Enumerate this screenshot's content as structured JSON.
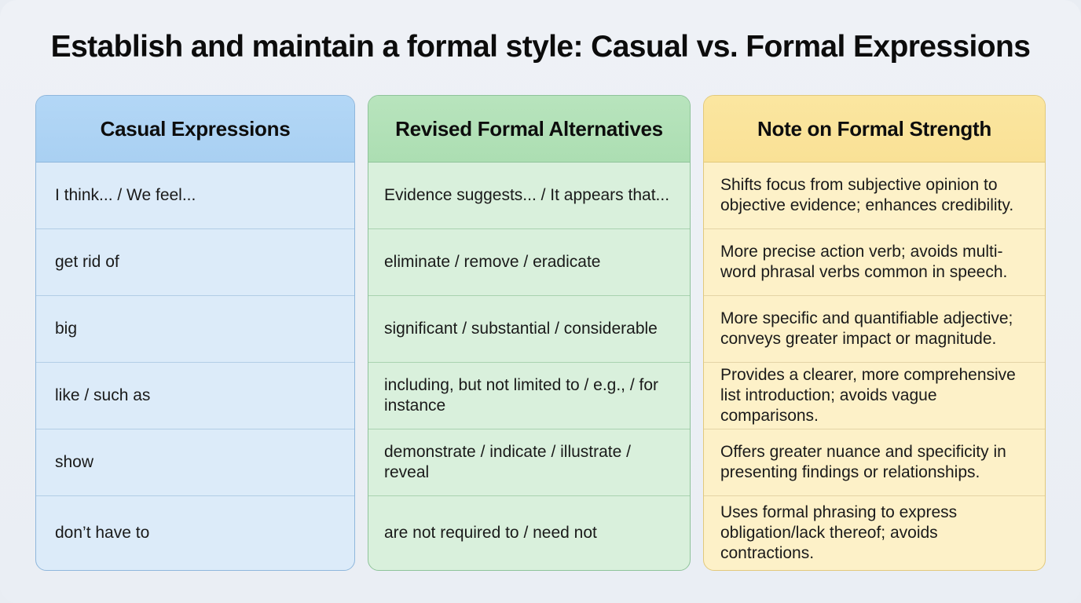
{
  "title": "Establish and maintain a formal style: Casual vs. Formal Expressions",
  "columns": [
    {
      "header": "Casual Expressions",
      "color": "#b3d7f6",
      "rows": [
        "I think... / We feel...",
        "get rid of",
        "big",
        "like / such as",
        "show",
        "don’t have to"
      ]
    },
    {
      "header": "Revised Formal Alternatives",
      "color": "#b8e4bd",
      "rows": [
        "Evidence suggests... / It appears that...",
        "eliminate / remove / eradicate",
        "significant / substantial / considerable",
        "including, but not limited to / e.g., / for instance",
        "demonstrate / indicate / illustrate / reveal",
        "are not required to / need not"
      ]
    },
    {
      "header": "Note on Formal Strength",
      "color": "#fbe6a0",
      "rows": [
        "Shifts focus from subjective opinion to objective evidence; enhances credibility.",
        "More precise action verb; avoids multi-word phrasal verbs common in speech.",
        "More specific and quantifiable adjective; conveys greater impact or magnitude.",
        "Provides a clearer, more comprehensive list introduction; avoids vague comparisons.",
        "Offers greater nuance and specificity in presenting findings or relationships.",
        "Uses formal phrasing to express obligation/lack thereof; avoids contractions."
      ]
    }
  ]
}
